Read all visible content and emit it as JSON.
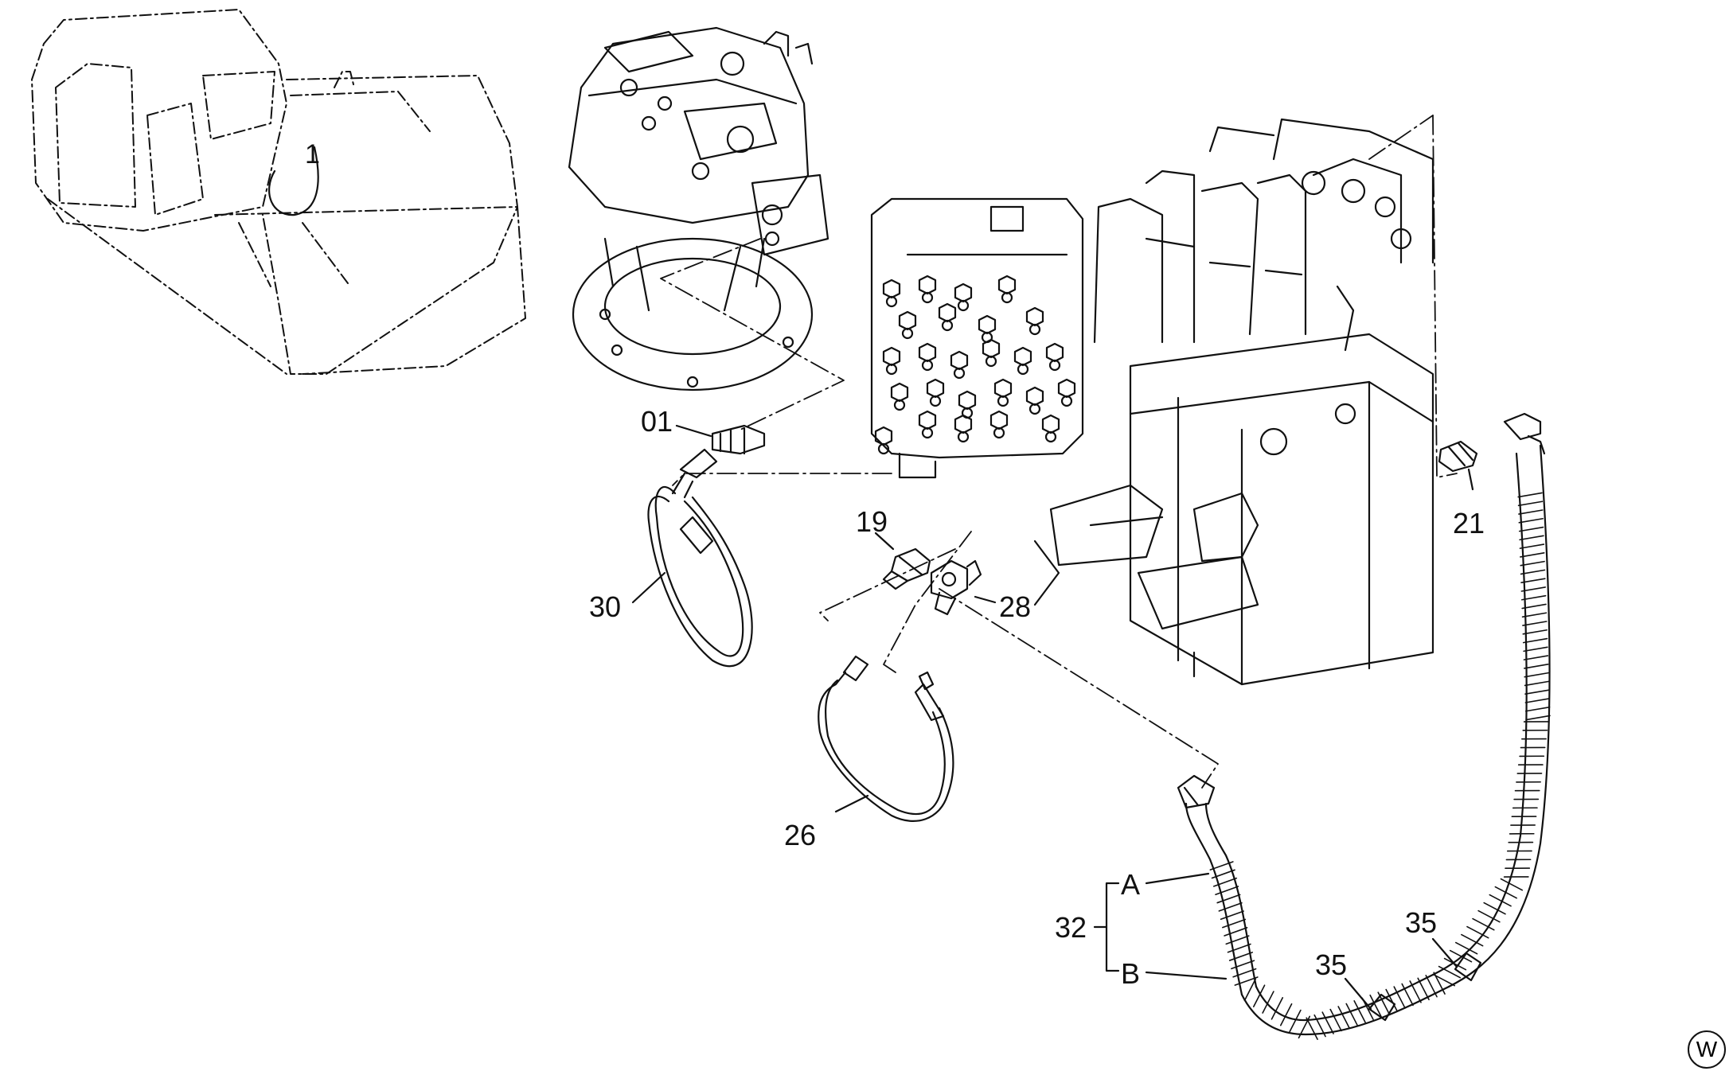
{
  "callouts": {
    "c01": "01",
    "c19": "19",
    "c21": "21",
    "c26": "26",
    "c28": "28",
    "c30": "30",
    "c32": "32",
    "c32a": "A",
    "c32b": "B",
    "c35a": "35",
    "c35b": "35",
    "cab_ref": "1"
  },
  "corner_mark": "W",
  "colors": {
    "line": "#111111",
    "background": "#ffffff"
  }
}
